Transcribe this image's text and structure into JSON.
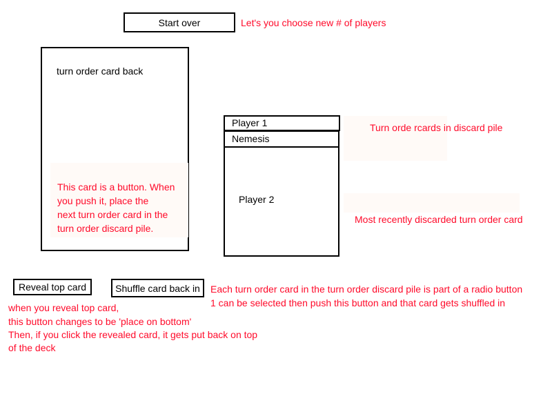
{
  "toolbar": {
    "start_over_label": "Start over",
    "start_over_note": "Let's you choose new # of players"
  },
  "deck": {
    "card_back_label": "turn order card back",
    "card_note_lines": [
      "This card is a button. When",
      "you push it, place the",
      "next turn order card in the",
      "turn order discard pile."
    ]
  },
  "discard_pile": {
    "cards": [
      {
        "label": "Player 1"
      },
      {
        "label": "Nemesis"
      }
    ],
    "top_card_label": "Player 2",
    "pile_note": "Turn orde rcards in discard pile",
    "top_card_note": "Most recently discarded turn order card"
  },
  "controls": {
    "reveal_label": "Reveal top card",
    "shuffle_label": "Shuffle card back in",
    "reveal_note_lines": [
      "when you reveal top card,",
      "this button changes to be 'place on bottom'",
      "Then, if you click the revealed card, it gets put back on top",
      "of the deck"
    ],
    "shuffle_note_lines": [
      "Each turn order card in the turn order discard pile is part of a radio button",
      "1 can be selected then push this button and that card gets shuffled in"
    ]
  }
}
